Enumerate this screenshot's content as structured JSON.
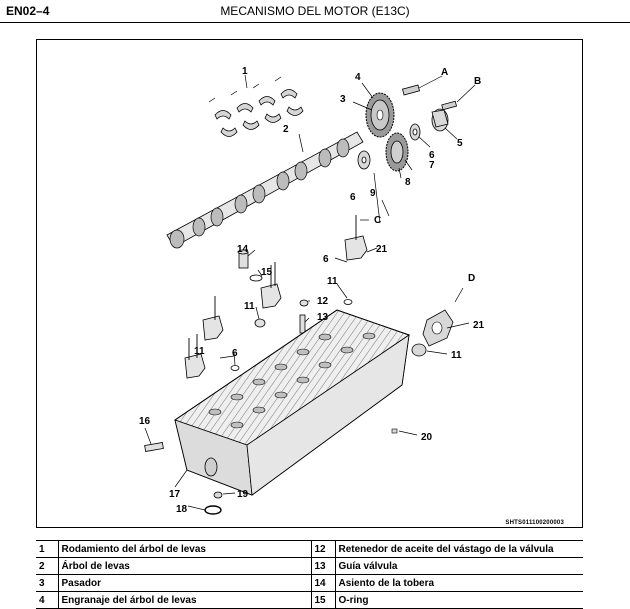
{
  "header": {
    "page_code": "EN02–4",
    "title": "MECANISMO DEL MOTOR (E13C)"
  },
  "figure": {
    "code": "SHTS011100200003",
    "callouts": [
      "1",
      "2",
      "3",
      "4",
      "A",
      "B",
      "5",
      "6",
      "7",
      "8",
      "9",
      "6",
      "C",
      "21",
      "14",
      "15",
      "6",
      "11",
      "12",
      "13",
      "11",
      "11",
      "6",
      "D",
      "21",
      "11",
      "16",
      "17",
      "19",
      "18",
      "20"
    ]
  },
  "legend": [
    {
      "n1": "1",
      "t1": "Rodamiento del árbol de levas",
      "n2": "12",
      "t2": "Retenedor de aceite del vástago de la válvula"
    },
    {
      "n1": "2",
      "t1": "Árbol de levas",
      "n2": "13",
      "t2": "Guía válvula"
    },
    {
      "n1": "3",
      "t1": "Pasador",
      "n2": "14",
      "t2": "Asiento de la tobera"
    },
    {
      "n1": "4",
      "t1": "Engranaje del árbol de levas",
      "n2": "15",
      "t2": "O-ring"
    }
  ]
}
